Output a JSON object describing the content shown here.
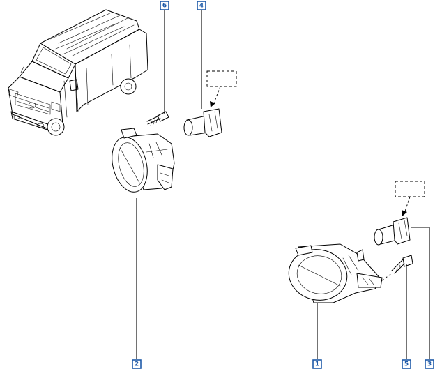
{
  "callouts": {
    "part_1": "1",
    "part_2": "2",
    "part_3": "3",
    "part_4": "4",
    "part_5": "5",
    "part_6": "6"
  },
  "colors": {
    "callout_accent": "#1e5aa8",
    "line_art": "#000000",
    "background": "#ffffff"
  },
  "icons": {
    "vehicle": "van-illustration-icon",
    "fog_lamp": "fog-lamp-icon",
    "bulb": "bulb-icon",
    "screw": "screw-icon"
  }
}
